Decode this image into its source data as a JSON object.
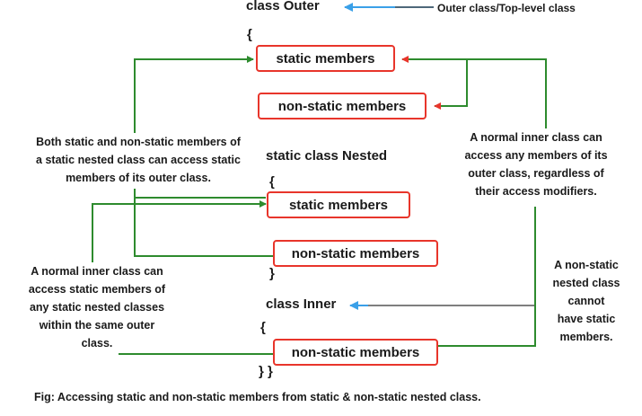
{
  "colors": {
    "box_border": "#e8352b",
    "green_line": "#2e8b2e",
    "red_arrow": "#e8352b",
    "blue_arrow": "#3aa0e8",
    "gray_line": "#555555"
  },
  "code": {
    "outer_class": "class Outer",
    "outer_open_brace": "{",
    "outer_static_members": "static members",
    "outer_nonstatic_members": "non-static members",
    "nested_class": "static class Nested",
    "nested_open_brace": "{",
    "nested_static_members": "static members",
    "nested_nonstatic_members": "non-static members",
    "nested_close_brace": "}",
    "inner_class": "class Inner",
    "inner_open_brace": "{",
    "inner_nonstatic_members": "non-static members",
    "closing_braces": "} }"
  },
  "annotations": {
    "outer_class_label": "Outer class/Top-level class",
    "static_nested_note": "Both static and non-static members of\na static nested class can access static\nmembers of its outer class.",
    "inner_outer_note": "A normal inner class can\naccess any members of its\nouter class, regardless of\ntheir access modifiers.",
    "inner_nested_note": "A normal inner class can\naccess static members of\nany static nested classes\nwithin the same outer\nclass.",
    "nonstatic_nested_note": "A non-static\nnested class\ncannot\nhave static\nmembers."
  },
  "caption": "Fig: Accessing static and non-static members from static & non-static nested class."
}
